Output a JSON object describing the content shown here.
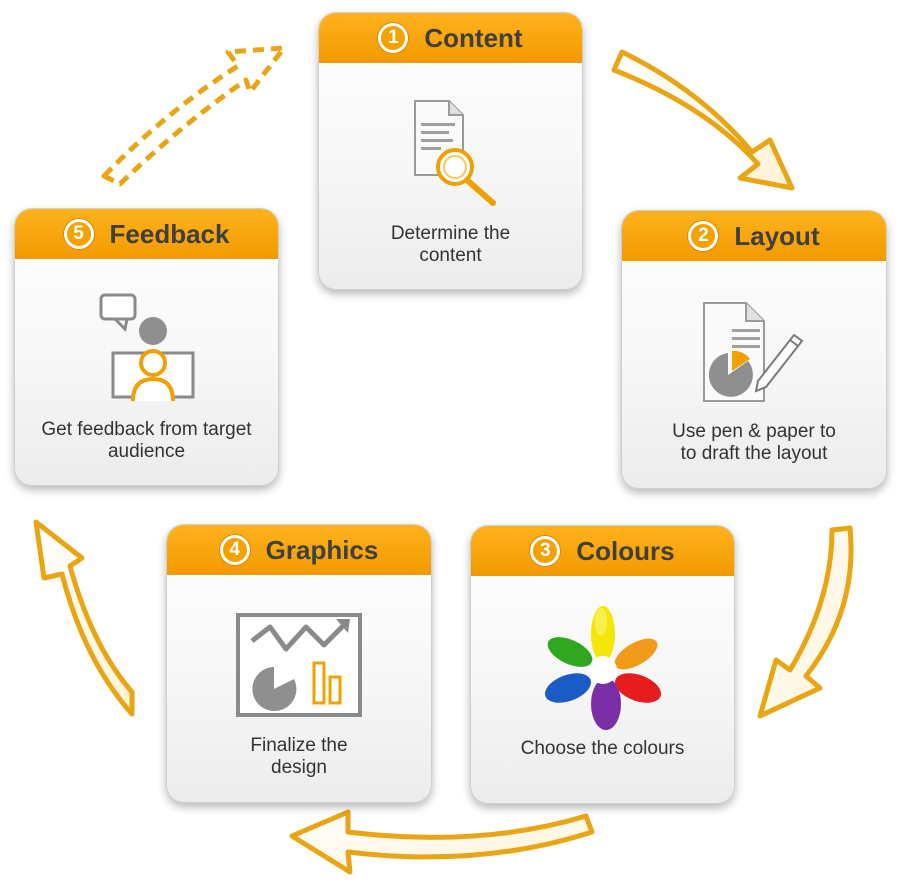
{
  "steps": [
    {
      "number": "1",
      "title": "Content",
      "description": "Determine the\ncontent",
      "icon": "document-search-icon"
    },
    {
      "number": "2",
      "title": "Layout",
      "description": "Use pen & paper to\nto draft the layout",
      "icon": "paper-pencil-icon"
    },
    {
      "number": "3",
      "title": "Colours",
      "description": "Choose the colours",
      "icon": "paint-splash-icon"
    },
    {
      "number": "4",
      "title": "Graphics",
      "description": "Finalize the\ndesign",
      "icon": "chart-board-icon"
    },
    {
      "number": "5",
      "title": "Feedback",
      "description": "Get feedback from target\naudience",
      "icon": "audience-feedback-icon"
    }
  ],
  "colors": {
    "accent": "#f5a100",
    "header_text": "#3f3f3f",
    "icon_gray": "#8a8a8a"
  }
}
